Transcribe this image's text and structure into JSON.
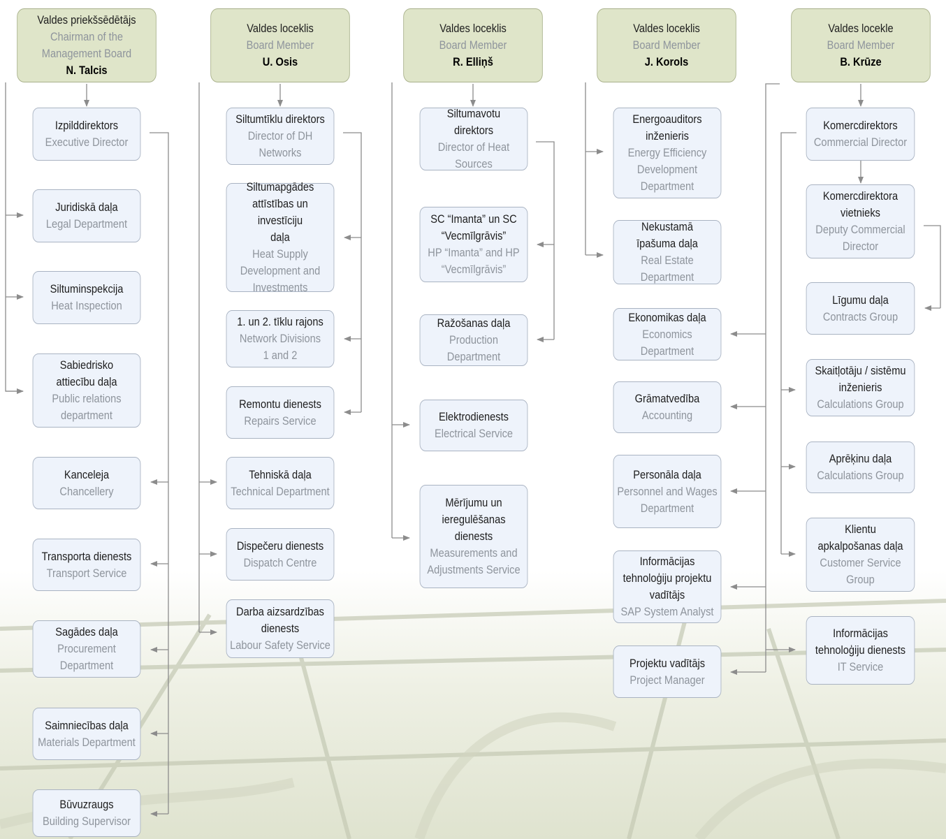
{
  "board": [
    {
      "title_lv": "Valdes priekšsēdētājs",
      "title_en_1": "Chairman of the",
      "title_en_2": "Management Board",
      "name": "N. Talcis"
    },
    {
      "title_lv": "Valdes loceklis",
      "title_en": "Board Member",
      "name": "U. Osis"
    },
    {
      "title_lv": "Valdes loceklis",
      "title_en": "Board Member",
      "name": "R. Elliņš"
    },
    {
      "title_lv": "Valdes loceklis",
      "title_en": "Board Member",
      "name": "J. Korols"
    },
    {
      "title_lv": "Valdes locekle",
      "title_en": "Board Member",
      "name": "B. Krūze"
    }
  ],
  "col1": {
    "executive": {
      "lv": "Izpilddirektors",
      "en": "Executive Director"
    },
    "legal": {
      "lv": "Juridiskā daļa",
      "en": "Legal Department"
    },
    "heat_inspection": {
      "lv": "Siltuminspekcija",
      "en": "Heat Inspection"
    },
    "public_relations": {
      "lv_1": "Sabiedrisko",
      "lv_2": "attiecību daļa",
      "en_1": "Public relations",
      "en_2": "department"
    },
    "chancellery": {
      "lv": "Kanceleja",
      "en": "Chancellery"
    },
    "transport": {
      "lv": "Transporta dienests",
      "en": "Transport Service"
    },
    "procurement": {
      "lv": "Sagādes daļa",
      "en_1": "Procurement",
      "en_2": "Department"
    },
    "materials": {
      "lv": "Saimniecības daļa",
      "en": "Materials Department"
    },
    "building": {
      "lv": "Būvuzraugs",
      "en": "Building Supervisor"
    }
  },
  "col2": {
    "dh_director": {
      "lv": "Siltumtīklu direktors",
      "en_1": "Director of DH",
      "en_2": "Networks"
    },
    "heat_supply_dev": {
      "lv_1": "Siltumapgādes",
      "lv_2": "attīstības un investīciju",
      "lv_3": "daļa",
      "en_1": "Heat Supply",
      "en_2": "Development and",
      "en_3": "Investments"
    },
    "network_divisions": {
      "lv": "1. un 2. tīklu rajons",
      "en_1": "Network Divisions",
      "en_2": "1 and 2"
    },
    "repairs": {
      "lv": "Remontu dienests",
      "en": "Repairs Service"
    },
    "technical": {
      "lv": "Tehniskā daļa",
      "en": "Technical Department"
    },
    "dispatch": {
      "lv": "Dispečeru dienests",
      "en": "Dispatch Centre"
    },
    "labour_safety": {
      "lv_1": "Darba aizsardzības",
      "lv_2": "dienests",
      "en": "Labour Safety Service"
    }
  },
  "col3": {
    "heat_sources_director": {
      "lv_1": "Siltumavotu",
      "lv_2": "direktors",
      "en": "Director of Heat Sources"
    },
    "imanta": {
      "lv_1": "SC “Imanta” un SC",
      "lv_2": "“Vecmīlgrāvis”",
      "en_1": "HP “Imanta” and HP",
      "en_2": "“Vecmīlgrāvis”"
    },
    "production": {
      "lv": "Ražošanas daļa",
      "en": "Production Department"
    },
    "electrical": {
      "lv": "Elektrodienests",
      "en": "Electrical Service"
    },
    "measurements": {
      "lv_1": "Mērījumu un",
      "lv_2": "ieregulēšanas dienests",
      "en_1": "Measurements and",
      "en_2": "Adjustments Service"
    }
  },
  "col4": {
    "energy_auditor": {
      "lv_1": "Energoauditors",
      "lv_2": "inženieris",
      "en_1": "Energy Efficiency",
      "en_2": "Development",
      "en_3": "Department"
    },
    "real_estate": {
      "lv_1": "Nekustamā",
      "lv_2": "īpašuma daļa",
      "en": "Real Estate Department"
    },
    "economics": {
      "lv": "Ekonomikas daļa",
      "en": "Economics Department"
    },
    "accounting": {
      "lv": "Grāmatvedība",
      "en": "Accounting"
    },
    "personnel": {
      "lv": "Personāla daļa",
      "en_1": "Personnel and Wages",
      "en_2": "Department"
    },
    "it_project": {
      "lv_1": "Informācijas",
      "lv_2": "tehnoloģiju projektu",
      "lv_3": "vadītājs",
      "en": "SAP System Analyst"
    },
    "project_manager": {
      "lv": "Projektu vadītājs",
      "en": "Project Manager"
    }
  },
  "col5": {
    "commercial_director": {
      "lv": "Komercdirektors",
      "en": "Commercial Director"
    },
    "deputy": {
      "lv_1": "Komercdirektora",
      "lv_2": "vietnieks",
      "en_1": "Deputy Commercial",
      "en_2": "Director"
    },
    "contracts": {
      "lv": "Līgumu daļa",
      "en": "Contracts Group"
    },
    "systems_engineer": {
      "lv_1": "Skaitļotāju / sistēmu",
      "lv_2": "inženieris",
      "en": "Calculations Group"
    },
    "calculations": {
      "lv": "Aprēķinu daļa",
      "en": "Calculations Group"
    },
    "customer_service": {
      "lv_1": "Klientu",
      "lv_2": "apkalpošanas daļa",
      "en_1": "Customer Service",
      "en_2": "Group"
    },
    "it_service": {
      "lv_1": "Informācijas",
      "lv_2": "tehnoloģiju dienests",
      "en": "IT Service"
    }
  },
  "colors": {
    "head_fill": "#dfe5c9",
    "unit_fill": "#eef3fb",
    "line": "#8c8c8c",
    "english_text": "#8e949c"
  }
}
